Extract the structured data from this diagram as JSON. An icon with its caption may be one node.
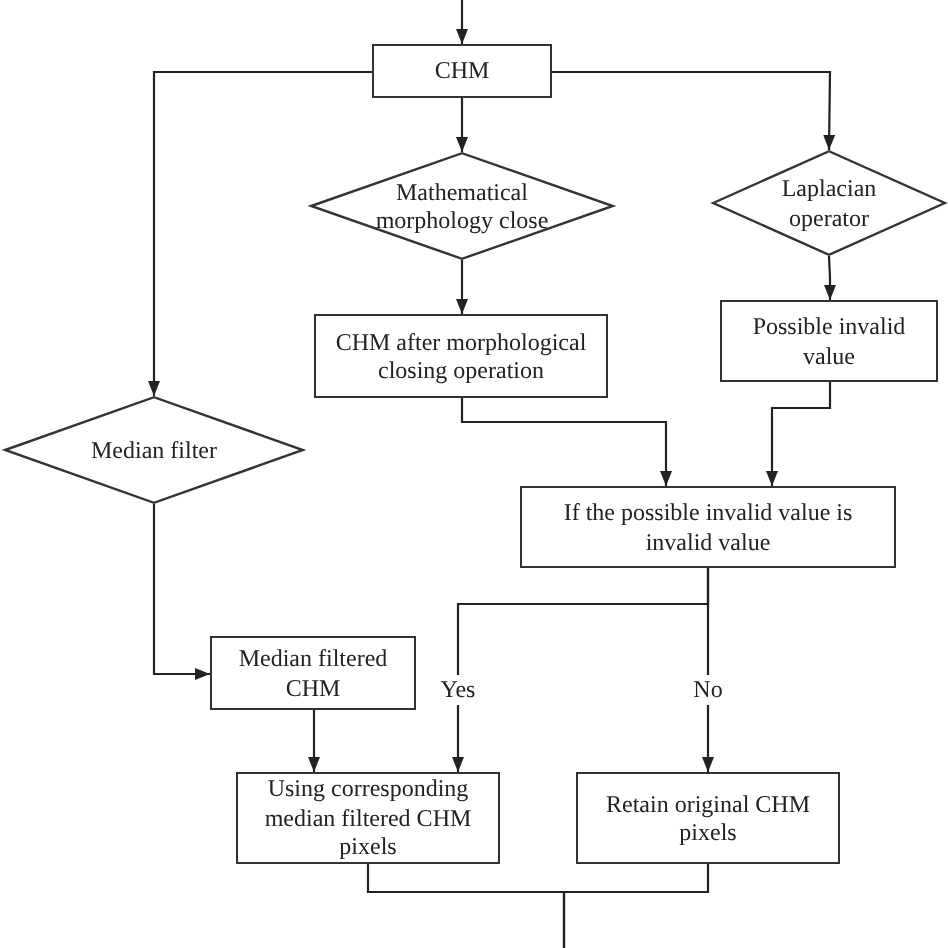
{
  "diagram": {
    "nodes": [
      {
        "text": [
          "CHM"
        ]
      },
      {
        "text": [
          "Mathematical morphology close"
        ]
      },
      {
        "text": [
          "Laplacian operator"
        ]
      },
      {
        "text": [
          "Possible invalid value"
        ]
      },
      {
        "text": [
          "CHM after morphological closing operation"
        ]
      },
      {
        "text": [
          "Median filter"
        ]
      },
      {
        "text": [
          "If the possible invalid value is invalid value"
        ]
      },
      {
        "text": [
          "Median filtered CHM"
        ]
      },
      {
        "text": [
          "Using corresponding median filtered CHM pixels"
        ]
      },
      {
        "text": [
          "Retain original CHM pixels"
        ]
      }
    ],
    "edges": [
      {
        "from": null,
        "to": 0,
        "arrow": "to"
      },
      {
        "from": 0,
        "to": 1,
        "arrow": "to"
      },
      {
        "from": 0,
        "to": 2,
        "arrow": "to"
      },
      {
        "from": 0,
        "to": 5,
        "arrow": "to"
      },
      {
        "from": 1,
        "to": 4,
        "arrow": "to"
      },
      {
        "from": 2,
        "to": 3,
        "arrow": "to"
      },
      {
        "from": 4,
        "to": 6,
        "arrow": "to"
      },
      {
        "from": 3,
        "to": 6,
        "arrow": "to"
      },
      {
        "from": 5,
        "to": 7,
        "arrow": "to"
      },
      {
        "from": 7,
        "to": 8,
        "arrow": "to"
      },
      {
        "from": 6,
        "to": 8,
        "label": "Yes",
        "arrow": "to"
      },
      {
        "from": 6,
        "to": 9,
        "label": "No",
        "arrow": "to"
      },
      {
        "from": 8,
        "to": null,
        "arrow": "none"
      },
      {
        "from": 9,
        "to": null,
        "arrow": "none"
      }
    ]
  }
}
